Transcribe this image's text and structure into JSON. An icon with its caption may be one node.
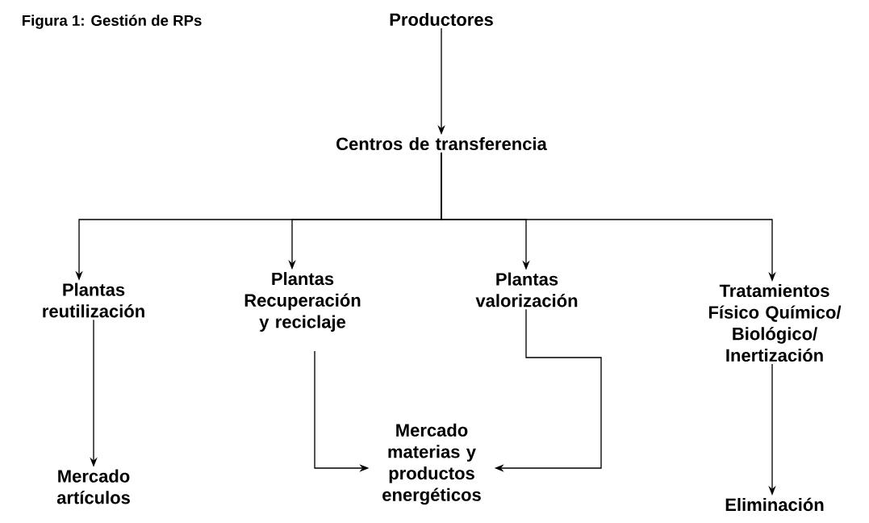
{
  "diagram": {
    "title": "Figura 1: Gestión de RPs",
    "nodes": [
      {
        "text": [
          "Productores"
        ]
      },
      {
        "text": [
          "Centros de transferencia"
        ]
      },
      {
        "text": [
          "Plantas reutilización"
        ]
      },
      {
        "text": [
          "Plantas Recuperación y reciclaje"
        ]
      },
      {
        "text": [
          "Plantas valorización"
        ]
      },
      {
        "text": [
          "Tratamientos Físico Químico/ Biológico/ Inertización"
        ]
      },
      {
        "text": [
          "Mercado artículos"
        ]
      },
      {
        "text": [
          "Mercado materias y productos energéticos"
        ]
      },
      {
        "text": [
          "Eliminación"
        ]
      }
    ],
    "edges": [
      {
        "from": 0,
        "to": 1,
        "arrow": "to"
      },
      {
        "from": 1,
        "to": 2,
        "arrow": "to"
      },
      {
        "from": 1,
        "to": 3,
        "arrow": "to"
      },
      {
        "from": 1,
        "to": 4,
        "arrow": "to"
      },
      {
        "from": 1,
        "to": 5,
        "arrow": "to"
      },
      {
        "from": 2,
        "to": 6,
        "arrow": "to"
      },
      {
        "from": 3,
        "to": 7,
        "arrow": "to"
      },
      {
        "from": 4,
        "to": 7,
        "arrow": "to"
      },
      {
        "from": 5,
        "to": 8,
        "arrow": "to"
      }
    ]
  }
}
